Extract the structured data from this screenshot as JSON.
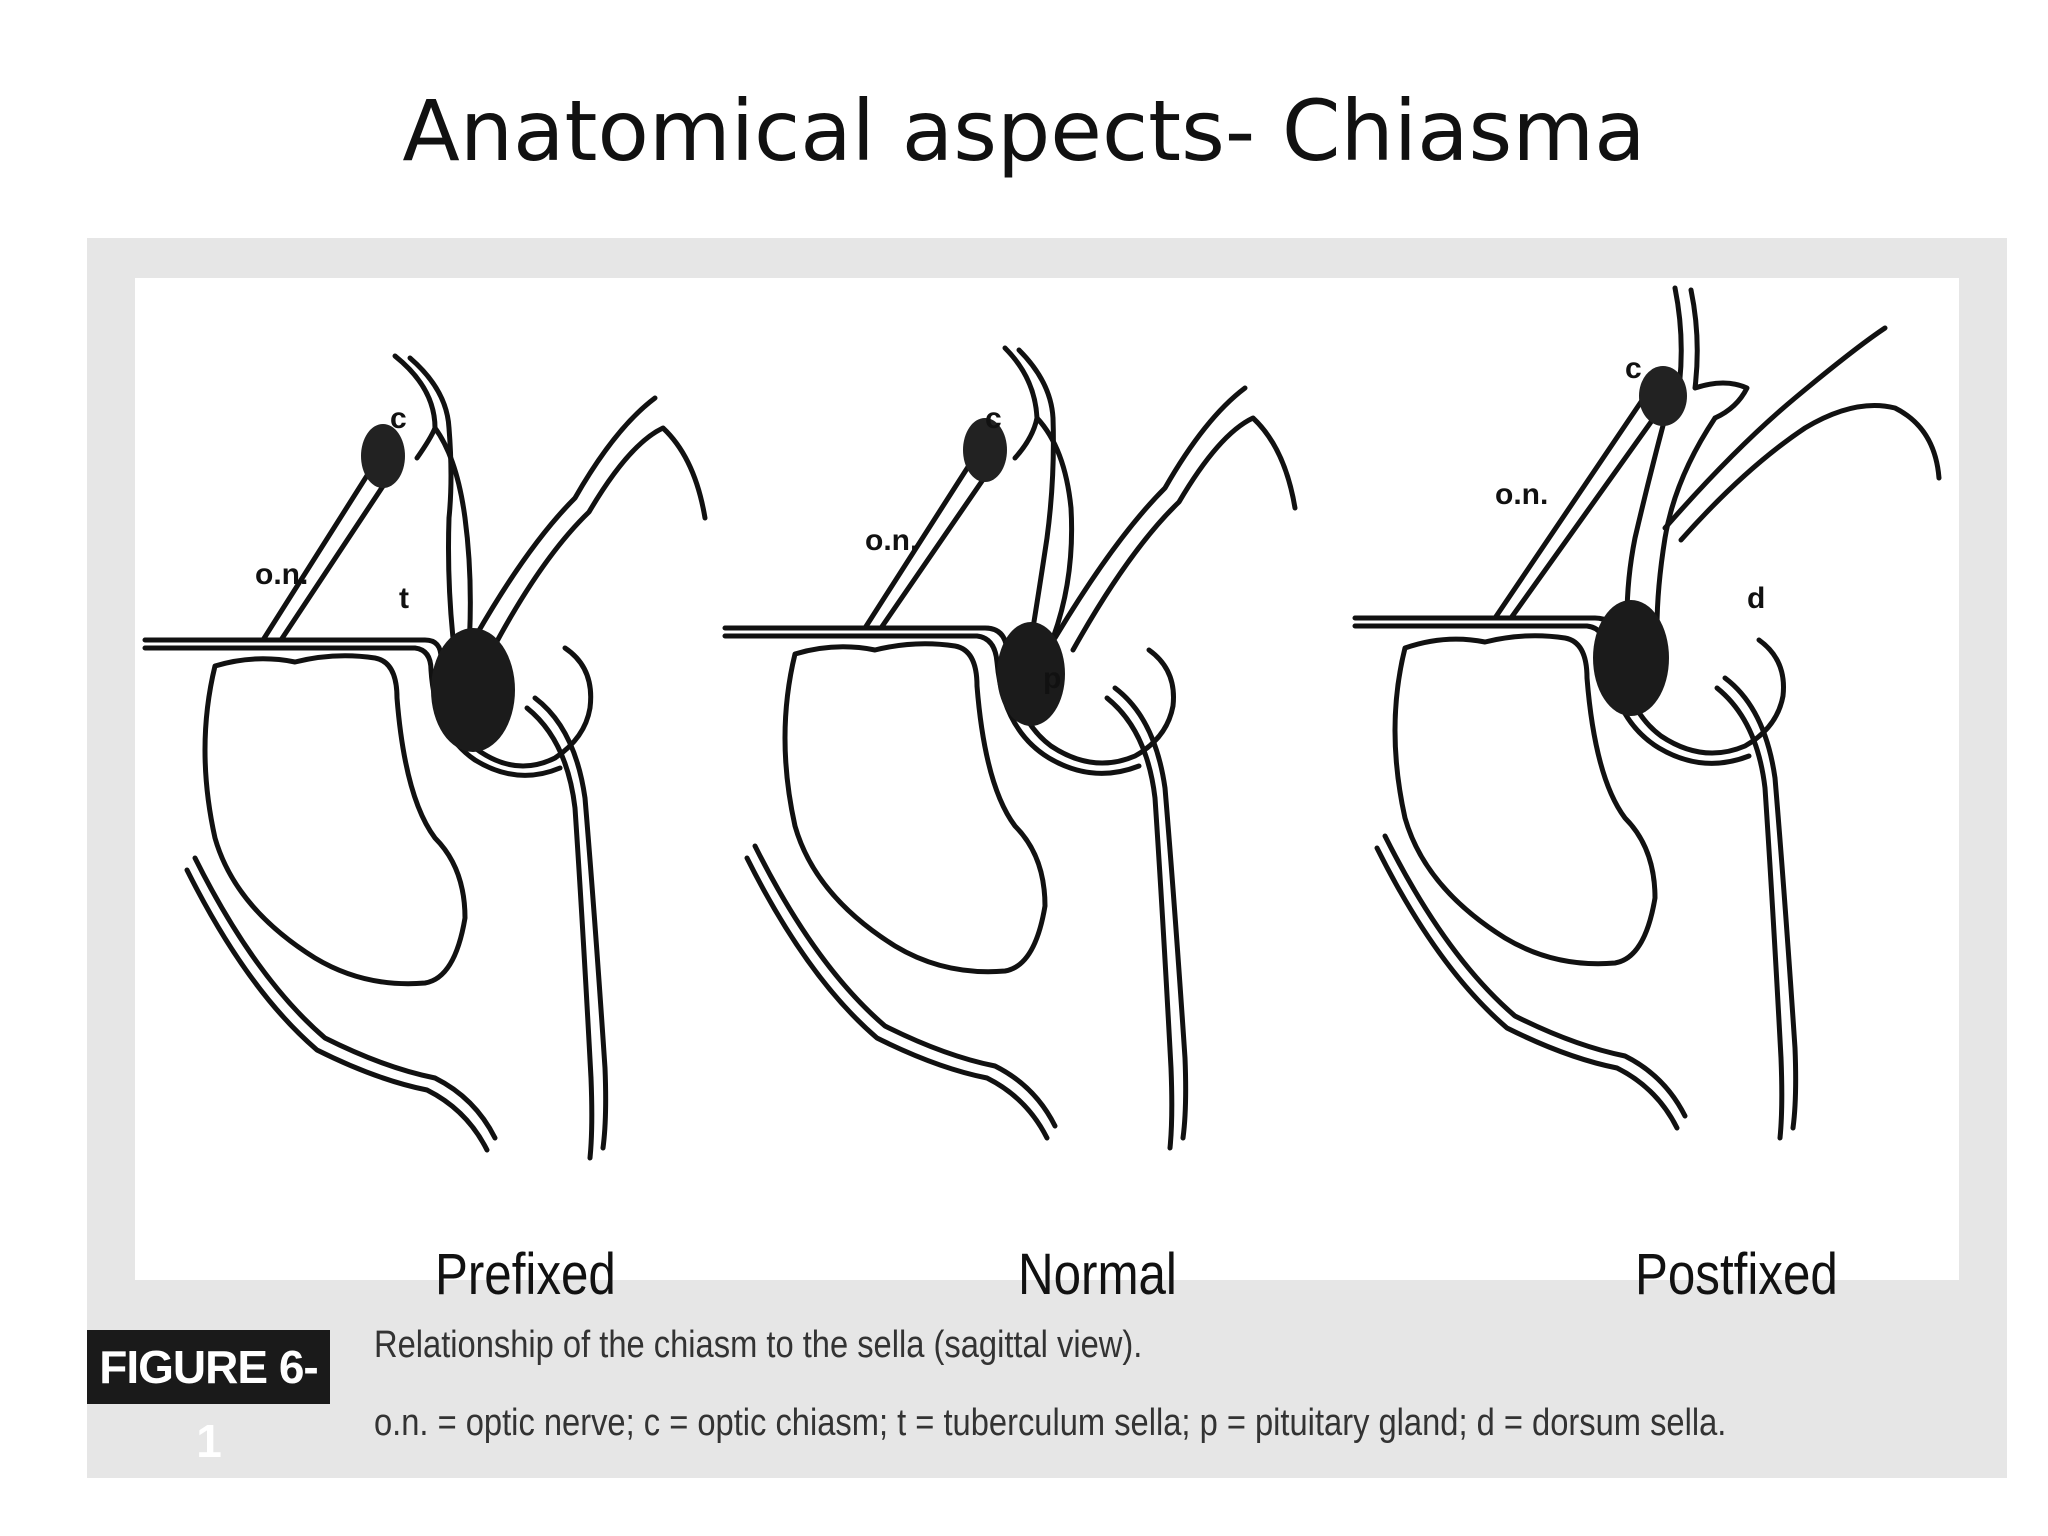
{
  "slide": {
    "title": "Anatomical aspects-  Chiasma"
  },
  "figure": {
    "tag": "FIGURE 6-1",
    "caption": "Relationship of the chiasm to the sella (sagittal view).",
    "legend": "o.n. = optic nerve; c = optic chiasm; t = tuberculum sella; p = pituitary gland; d = dorsum sella.",
    "panels": [
      {
        "label": "Prefixed",
        "labels": {
          "on": "o.n.",
          "c": "c",
          "extra": "t"
        }
      },
      {
        "label": "Normal",
        "labels": {
          "on": "o.n.",
          "c": "c",
          "extra": "p"
        }
      },
      {
        "label": "Postfixed",
        "labels": {
          "on": "o.n.",
          "c": "c",
          "extra": "d"
        }
      }
    ]
  }
}
